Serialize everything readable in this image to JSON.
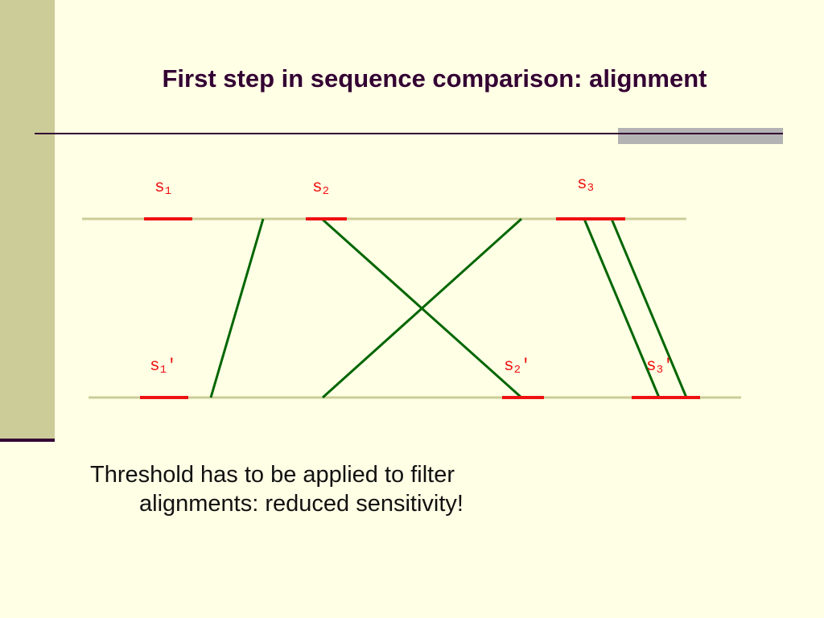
{
  "slide": {
    "title": "First step in sequence comparison: alignment",
    "caption_line1": "Threshold has to be applied to filter",
    "caption_line2": "alignments: reduced sensitivity!"
  },
  "colors": {
    "background": "#ffffe5",
    "sidebar": "#cccc99",
    "title": "#330033",
    "sequence_line": "#cccc99",
    "segment": "#ee1111",
    "alignment_line": "#006600"
  },
  "diagram": {
    "top_labels": [
      {
        "base": "s",
        "sub": "1",
        "prime": ""
      },
      {
        "base": "s",
        "sub": "2",
        "prime": ""
      },
      {
        "base": "s",
        "sub": "3",
        "prime": ""
      }
    ],
    "bottom_labels": [
      {
        "base": "s",
        "sub": "1",
        "prime": "′"
      },
      {
        "base": "s",
        "sub": "2",
        "prime": "′"
      },
      {
        "base": "s",
        "sub": "3",
        "prime": "′"
      }
    ]
  }
}
